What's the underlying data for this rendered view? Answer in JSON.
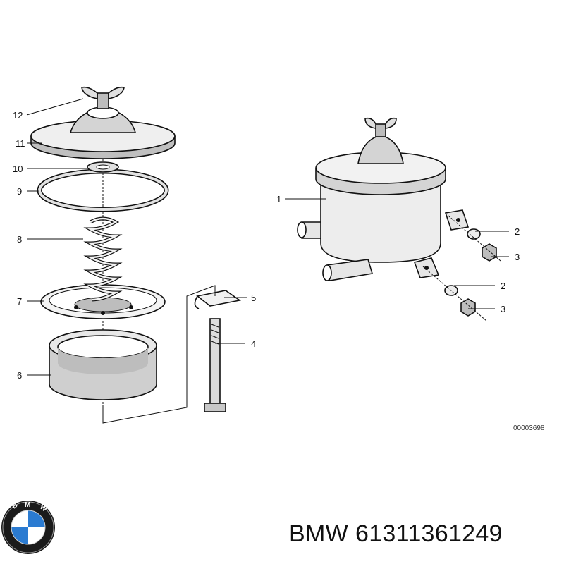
{
  "diagram": {
    "callouts": {
      "c1": "1",
      "c2a": "2",
      "c2b": "2",
      "c3a": "3",
      "c3b": "3",
      "c4": "4",
      "c5": "5",
      "c6": "6",
      "c7": "7",
      "c8": "8",
      "c9": "9",
      "c10": "10",
      "c11": "11",
      "c12": "12"
    },
    "reference_code": "00003698"
  },
  "brand": {
    "name": "BMW",
    "part_number": "61311361249",
    "logo_letters": "BMW",
    "colors": {
      "blue": "#2b7bd1",
      "ring": "#1a1a1a",
      "white": "#ffffff"
    }
  }
}
